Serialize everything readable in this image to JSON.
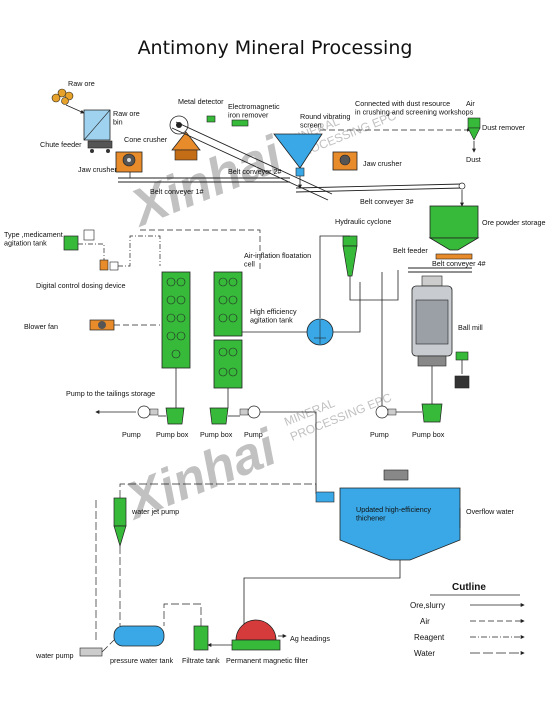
{
  "title": "Antimony Mineral Processing",
  "watermark": {
    "brand": "Xinhai",
    "sub1": "MINERAL",
    "sub2": "PROCESSING EPC"
  },
  "labels": {
    "raw_ore": "Raw ore",
    "raw_ore_bin": "Raw ore\nbin",
    "chute_feeder": "Chute feeder",
    "jaw_crusher_1": "Jaw crusher",
    "cone_crusher": "Cone crusher",
    "metal_detector": "Metal detector",
    "electromagnetic_iron_remover": "Electromagnetic\niron remover",
    "round_vibrating_screen": "Round vibrating\nscreen",
    "dust_resource": "Connected with dust resource\nin crushing and screening workshops",
    "air": "Air",
    "dust_remover": "Dust remover",
    "dust": "Dust",
    "jaw_crusher_2": "Jaw crusher",
    "belt_conveyer_1": "Belt conveyer 1#",
    "belt_conveyer_2": "Belt conveyer 2#",
    "belt_conveyer_3": "Belt conveyer 3#",
    "ore_powder_storage": "Ore powder storage",
    "type_medicament_tank": "Type ,medicament\nagitation tank",
    "hydraulic_cyclone": "Hydraulic cyclone",
    "belt_feeder": "Belt feeder",
    "belt_conveyer_4": "Belt conveyer 4#",
    "air_inflation_flotation_cell": "Air-inflation floatation\ncell",
    "digital_dosing_device": "Digital control dosing device",
    "high_efficiency_agitation_tank": "High efficiency\nagitation tank",
    "ball_mill": "Ball mill",
    "blower_fan": "Blower fan",
    "pump_tailings": "Pump to the tailings storage",
    "pump_1": "Pump",
    "pump_box_1": "Pump box",
    "pump_box_2": "Pump box",
    "pump_2": "Pump",
    "pump_3": "Pump",
    "pump_box_3": "Pump box",
    "water_jet_pump": "water jet pump",
    "thickener": "Updated high-efficiency\nthichener",
    "overflow_water": "Overflow water",
    "ag_headings": "Ag headings",
    "water_pump": "water pump",
    "pressure_water_tank": "pressure water tank",
    "filtrate_tank": "Filtrate tank",
    "magnetic_filter": "Permanent magnetic filter"
  },
  "legend": {
    "title": "Cutline",
    "items": [
      {
        "label": "Ore,slurry",
        "style": "solid"
      },
      {
        "label": "Air",
        "style": "dash"
      },
      {
        "label": "Reagent",
        "style": "dashdot"
      },
      {
        "label": "Water",
        "style": "longdash"
      }
    ]
  },
  "colors": {
    "green": "#37b93a",
    "orange": "#e88b2a",
    "blue": "#3aa8e6",
    "gray": "#8a8a8a",
    "line": "#222222"
  }
}
